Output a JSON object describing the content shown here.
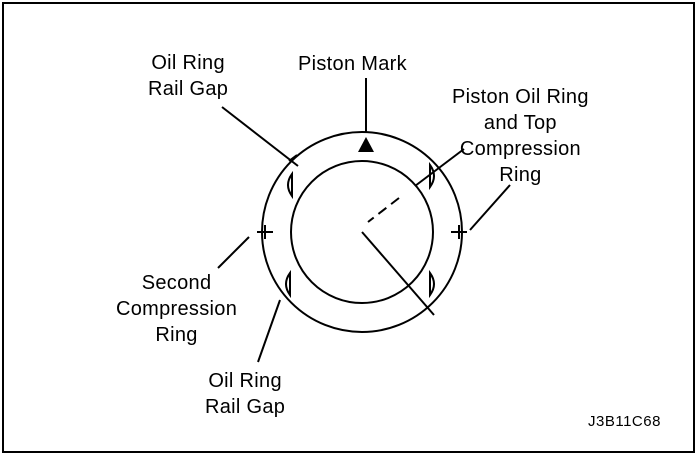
{
  "labels": {
    "oil_ring_rail_gap_top": [
      "Oil Ring",
      "Rail Gap"
    ],
    "piston_mark": "Piston Mark",
    "piston_oil_ring_top_compression": [
      "Piston Oil Ring",
      "and Top",
      "Compression",
      "Ring"
    ],
    "second_compression_ring": [
      "Second",
      "Compression",
      "Ring"
    ],
    "oil_ring_rail_gap_bottom": [
      "Oil Ring",
      "Rail Gap"
    ]
  },
  "figure_code": "J3B11C68"
}
